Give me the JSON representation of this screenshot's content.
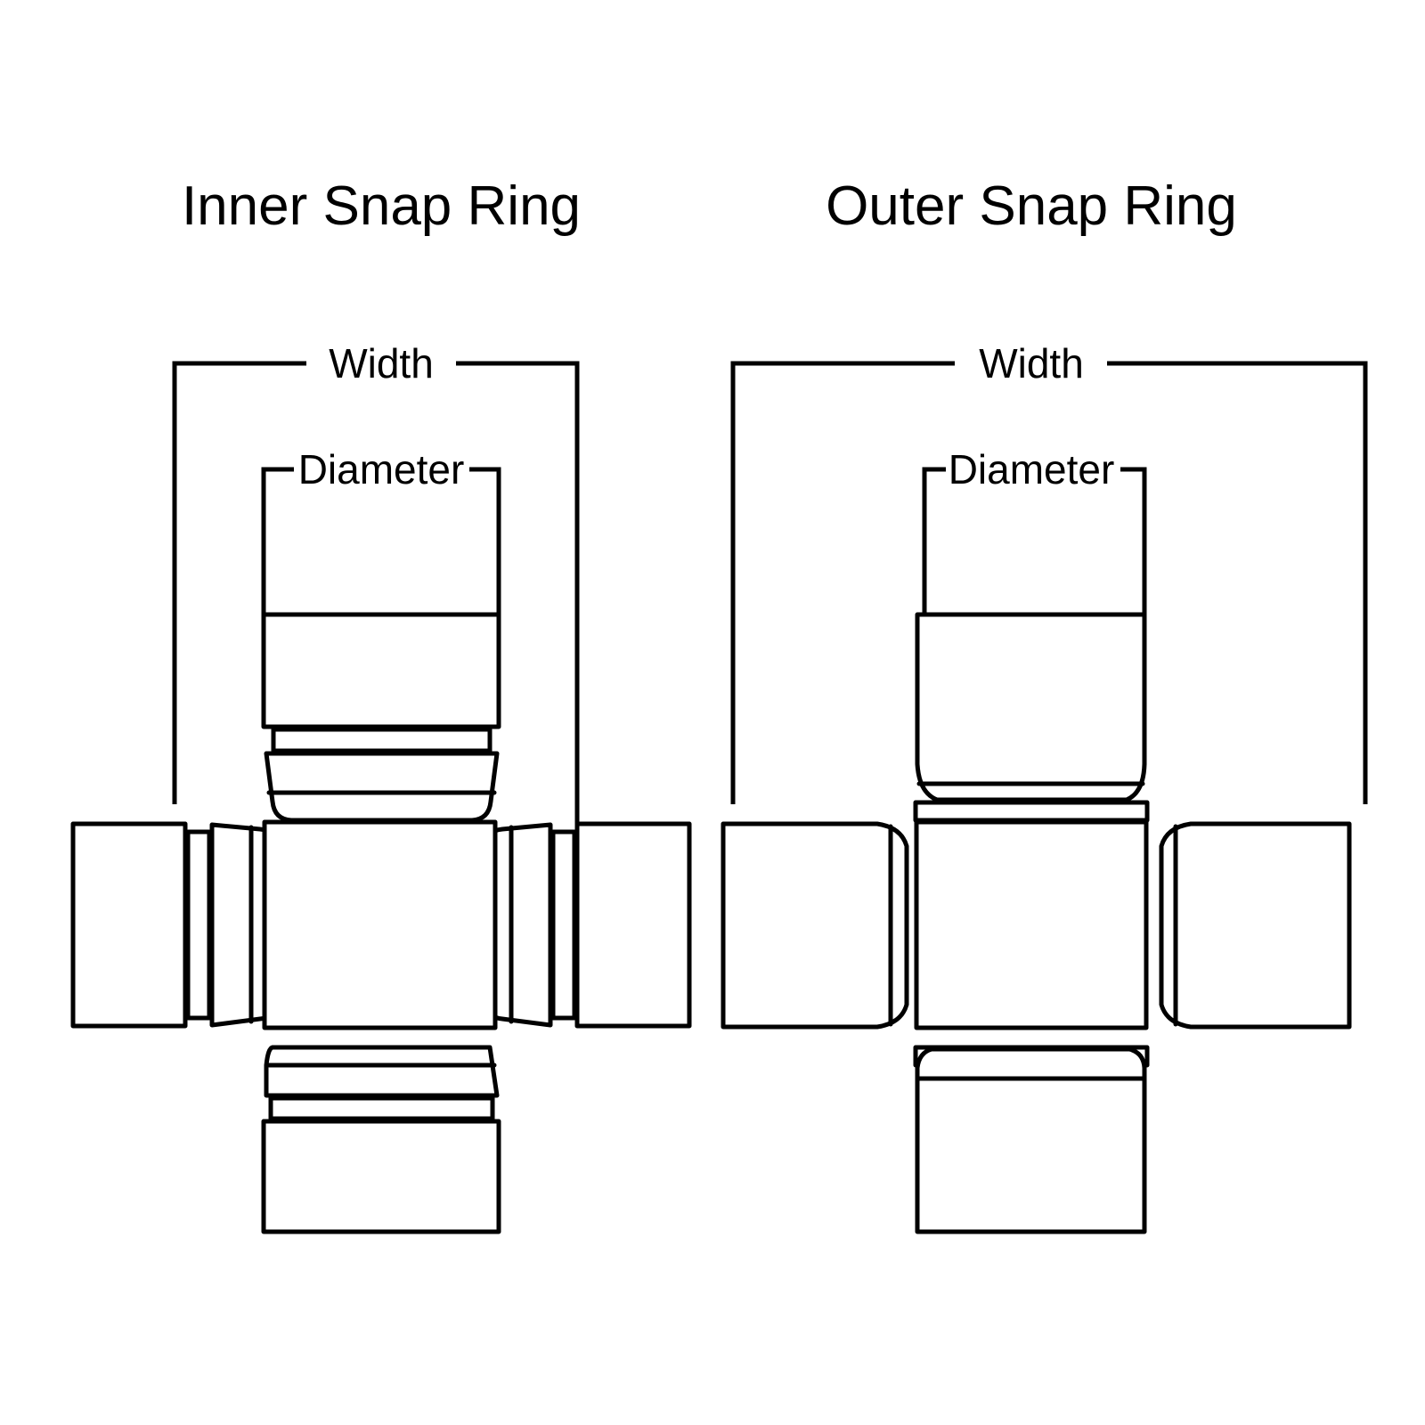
{
  "figure": {
    "background_color": "#ffffff",
    "line_color": "#000000",
    "subject": "universal-joint-cross-bearing-measurement-diagram"
  },
  "panels": [
    {
      "id": "inner-snap-ring",
      "title": "Inner Snap Ring",
      "dimensions": {
        "width_label": "Width",
        "diameter_label": "Diameter"
      }
    },
    {
      "id": "outer-snap-ring",
      "title": "Outer Snap Ring",
      "dimensions": {
        "width_label": "Width",
        "diameter_label": "Diameter"
      }
    }
  ]
}
